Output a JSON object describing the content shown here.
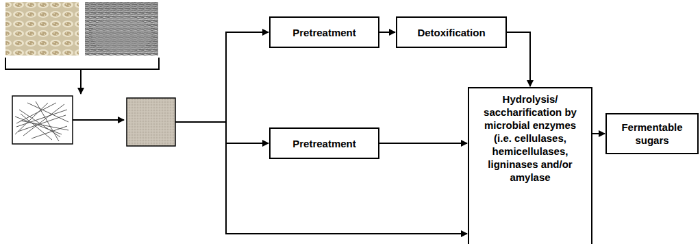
{
  "diagram": {
    "nodes": [
      {
        "text": [
          "Pretreatment"
        ]
      },
      {
        "text": [
          "Detoxification"
        ]
      },
      {
        "text": [
          "Pretreatment"
        ]
      },
      {
        "text": [
          "Hydrolysis/ saccharification by microbial enzymes (i.e. cellulases, hemicellulases, ligninases and/or amylase"
        ]
      },
      {
        "text": [
          "Fermentable sugars"
        ]
      }
    ],
    "edges": [
      {
        "from": 0,
        "to": 1,
        "arrow": "to"
      },
      {
        "from": 1,
        "to": 3,
        "arrow": "to"
      },
      {
        "from": 2,
        "to": 3,
        "arrow": "to"
      },
      {
        "from": 3,
        "to": 4,
        "arrow": "to"
      }
    ]
  }
}
